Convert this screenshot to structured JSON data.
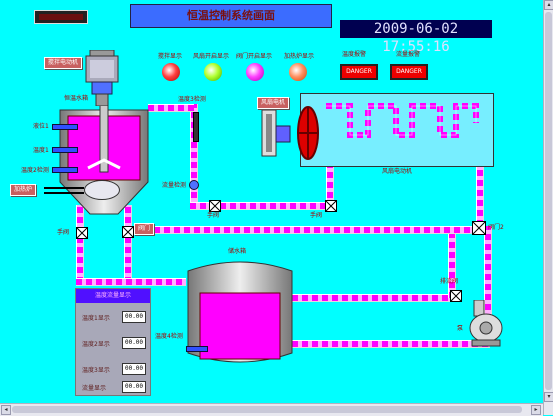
{
  "header": {
    "title": "恒温控制系统画面",
    "datetime": "2009-06-02 17:55:16"
  },
  "indicators": {
    "lights": [
      {
        "label": "搅拌显示",
        "color": "#ff4040"
      },
      {
        "label": "风扇开启显示",
        "color": "#b0ff30"
      },
      {
        "label": "阀门开启显示",
        "color": "#ff40ff"
      },
      {
        "label": "加热炉显示",
        "color": "#ff9060"
      }
    ],
    "alarms": [
      {
        "label": "温度报警",
        "text": "DANGER"
      },
      {
        "label": "流量报警",
        "text": "DANGER"
      }
    ]
  },
  "tank": {
    "motor_tag": "搅拌电动机",
    "name": "恒温水箱",
    "sensor_labels": [
      "液位1",
      "温度1",
      "温度2检测"
    ],
    "heater_tag": "加热炉"
  },
  "labels": {
    "temp3_sensor": "温度3检测",
    "flow_sensor": "流量检测",
    "fan_tag": "风扇电机",
    "fan_motor": "风扇电动机",
    "hand_valve_1": "手阀",
    "hand_valve_2": "手阀",
    "hand_valve_left": "手阀",
    "valve_left": "阀门",
    "valve_right": "阀门2",
    "water_tank": "储水箱",
    "temp4_sensor": "温度4检测",
    "drain_valve": "排流阀",
    "pump": "泵"
  },
  "panel": {
    "title": "温度流量显示",
    "rows": [
      {
        "label": "温度1显示",
        "value": "00.00"
      },
      {
        "label": "温度2显示",
        "value": "00.00"
      },
      {
        "label": "温度3显示",
        "value": "00.00"
      },
      {
        "label": "流量显示",
        "value": "00.00"
      }
    ]
  },
  "colors": {
    "background": "#00ffff",
    "pipe": "#ff00ff",
    "liquid": "#ff00ff",
    "alarm": "#ff0000"
  }
}
